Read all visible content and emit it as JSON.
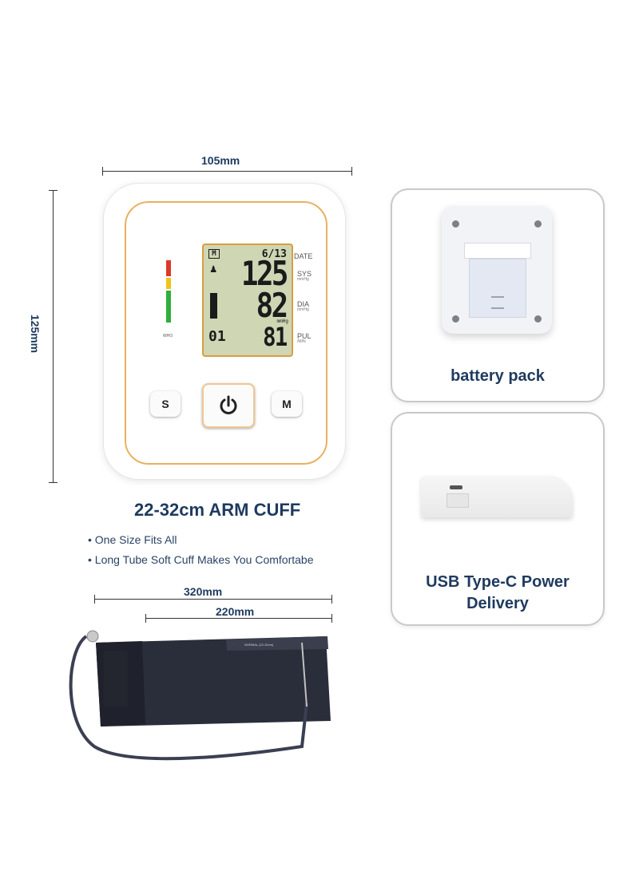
{
  "dimensions": {
    "width": "105mm",
    "height": "125mm",
    "cuff_total": "320mm",
    "cuff_inner": "220mm"
  },
  "monitor": {
    "lcd_date": "6/13",
    "lcd_mem_badge": "M",
    "lcd_systolic": "125",
    "lcd_diastolic": "82",
    "lcd_pulse": "81",
    "lcd_memory_number": "01",
    "lcd_unit": "mmHg",
    "labels": {
      "date": "DATE",
      "sys": "SYS",
      "sys_unit": "mmHg",
      "dia": "DIA",
      "dia_unit": "mmHg",
      "pul": "PUL",
      "pul_unit": "/MIN",
      "who": "WHO"
    },
    "buttons": {
      "set": "S",
      "memory": "M"
    }
  },
  "panels": {
    "battery": "battery pack",
    "usb_line1": "USB Type-C Power",
    "usb_line2": "Delivery"
  },
  "cuff": {
    "heading": "22-32cm ARM CUFF",
    "bullets": [
      "One Size Fits All",
      "Long Tube Soft Cuff Makes You Comfortabe"
    ],
    "strip_label": "NORMAL (22-32cm)"
  },
  "colors": {
    "text_navy": "#1e3a5f",
    "accent_orange": "#e9b160",
    "lcd_green": "#cfd6b4",
    "who_red": "#d93a2b",
    "who_yellow": "#f0c419",
    "who_green": "#2fae3b",
    "cuff_dark": "#2a2d3a"
  },
  "icons": [
    "power-icon",
    "user-icon"
  ]
}
